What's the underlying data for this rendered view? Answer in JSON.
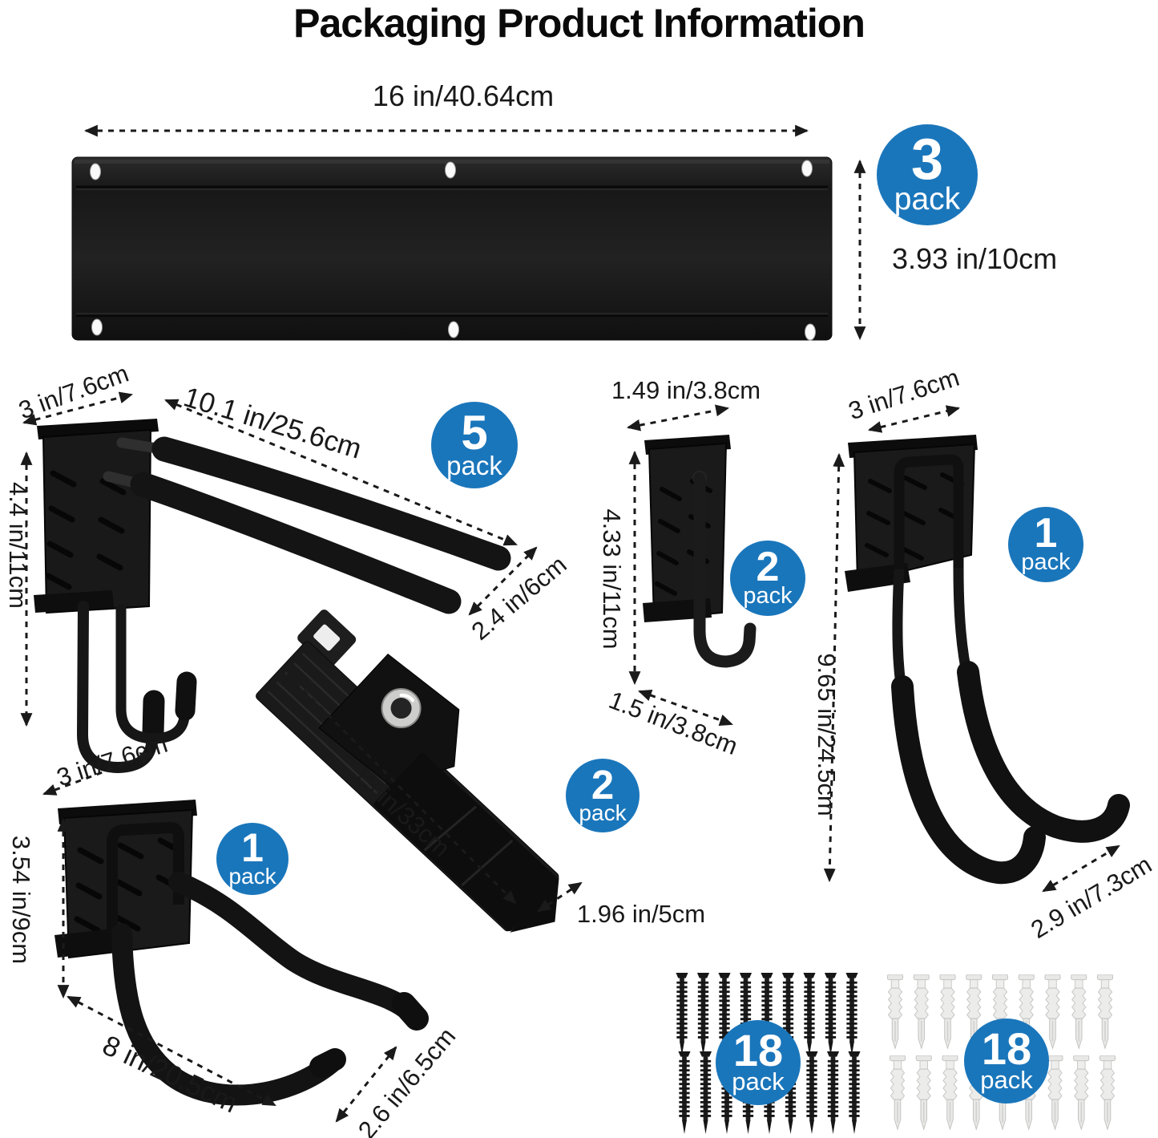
{
  "title": "Packaging Product Information",
  "colors": {
    "badge_blue": "#1a76bb",
    "ink": "#1a1a1a"
  },
  "rail": {
    "width": "16 in/40.64cm",
    "height": "3.93 in/10cm",
    "pack_count": "3",
    "pack_label": "pack"
  },
  "double_hook": {
    "depth": "3 in/7.6cm",
    "length": "10.1 in/25.6cm",
    "height": "4.4 in/11cm",
    "hook_gap": "2.4 in/6cm",
    "pack_count": "5",
    "pack_label": "pack"
  },
  "j_hook": {
    "width": "1.49 in/3.8cm",
    "height": "4.33 in/11cm",
    "depth": "1.5 in/3.8cm",
    "pack_count": "2",
    "pack_label": "pack"
  },
  "large_hook": {
    "width": "3 in/7.6cm",
    "height": "9.65 in/24.5cm",
    "hook_width": "2.9 in/7.3cm",
    "pack_count": "1",
    "pack_label": "pack"
  },
  "strap": {
    "length": "13 in/33cm",
    "width": "1.96 in/5cm",
    "pack_count": "2",
    "pack_label": "pack"
  },
  "curved_hook": {
    "width": "3 in/7.6cm",
    "height": "3.54 in/9cm",
    "length": "8 in/20.5cm",
    "hook_gap": "2.6 in/6.5cm",
    "pack_count": "1",
    "pack_label": "pack"
  },
  "screws": {
    "pack_count": "18",
    "pack_label": "pack"
  },
  "anchors": {
    "pack_count": "18",
    "pack_label": "pack"
  }
}
